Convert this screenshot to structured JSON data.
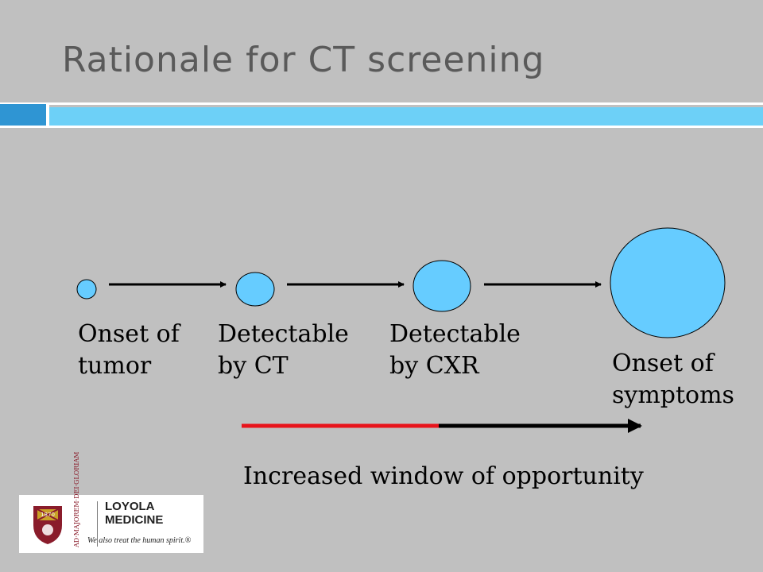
{
  "title": "Rationale for CT screening",
  "stages": [
    {
      "label": "Onset of\ntumor"
    },
    {
      "label": "Detectable\nby CT"
    },
    {
      "label": "Detectable\nby CXR"
    },
    {
      "label": "Onset of\nsymptoms"
    }
  ],
  "window_caption": "Increased window of opportunity",
  "colors": {
    "background": "#c0c0c0",
    "title": "#5a5a5a",
    "accent_dark": "#2f95d3",
    "accent_light": "#6dd0f7",
    "tumor_fill": "#66ccff",
    "window_red": "#e8141c",
    "window_black": "#000000"
  },
  "logo": {
    "name": "LOYOLA\nMEDICINE",
    "tagline": "We also treat the human spirit.®",
    "seal_text": "AD·MAJOREM·DEI·GLORIAM",
    "seal_year": "1870"
  }
}
